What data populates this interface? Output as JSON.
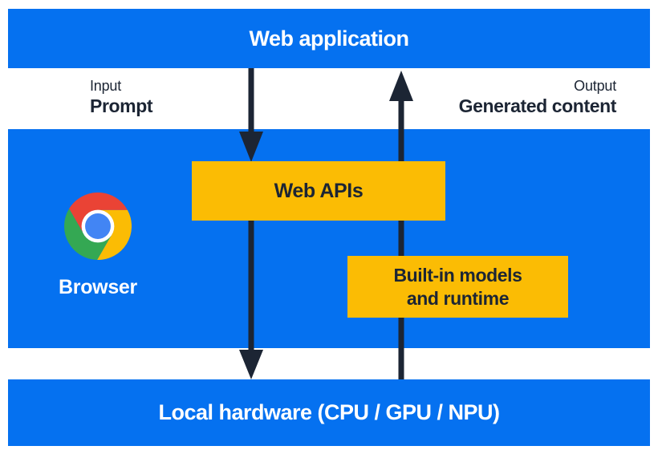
{
  "colors": {
    "panel_blue": "#0571F0",
    "accent_yellow": "#FBBC04",
    "ink_dark": "#1C2534",
    "text_white": "#FFFFFF",
    "chrome_red": "#EA4335",
    "chrome_green": "#34A853",
    "chrome_yellow": "#FBBC04",
    "chrome_center_blue": "#4285F4"
  },
  "layers": {
    "web_application": {
      "label": "Web application"
    },
    "local_hardware": {
      "label": "Local hardware (CPU / GPU / NPU)"
    }
  },
  "flow_labels": {
    "input_caption": "Input",
    "input_value": "Prompt",
    "output_caption": "Output",
    "output_value": "Generated content"
  },
  "browser_panel": {
    "browser_label": "Browser",
    "web_apis_label": "Web APIs",
    "builtin_models_line1": "Built-in models",
    "builtin_models_line2": "and runtime"
  },
  "icons": {
    "browser_logo": "chrome-logo",
    "down_arrow": "downward flow arrow (prompt)",
    "up_arrow": "upward flow arrow (generated content)"
  }
}
